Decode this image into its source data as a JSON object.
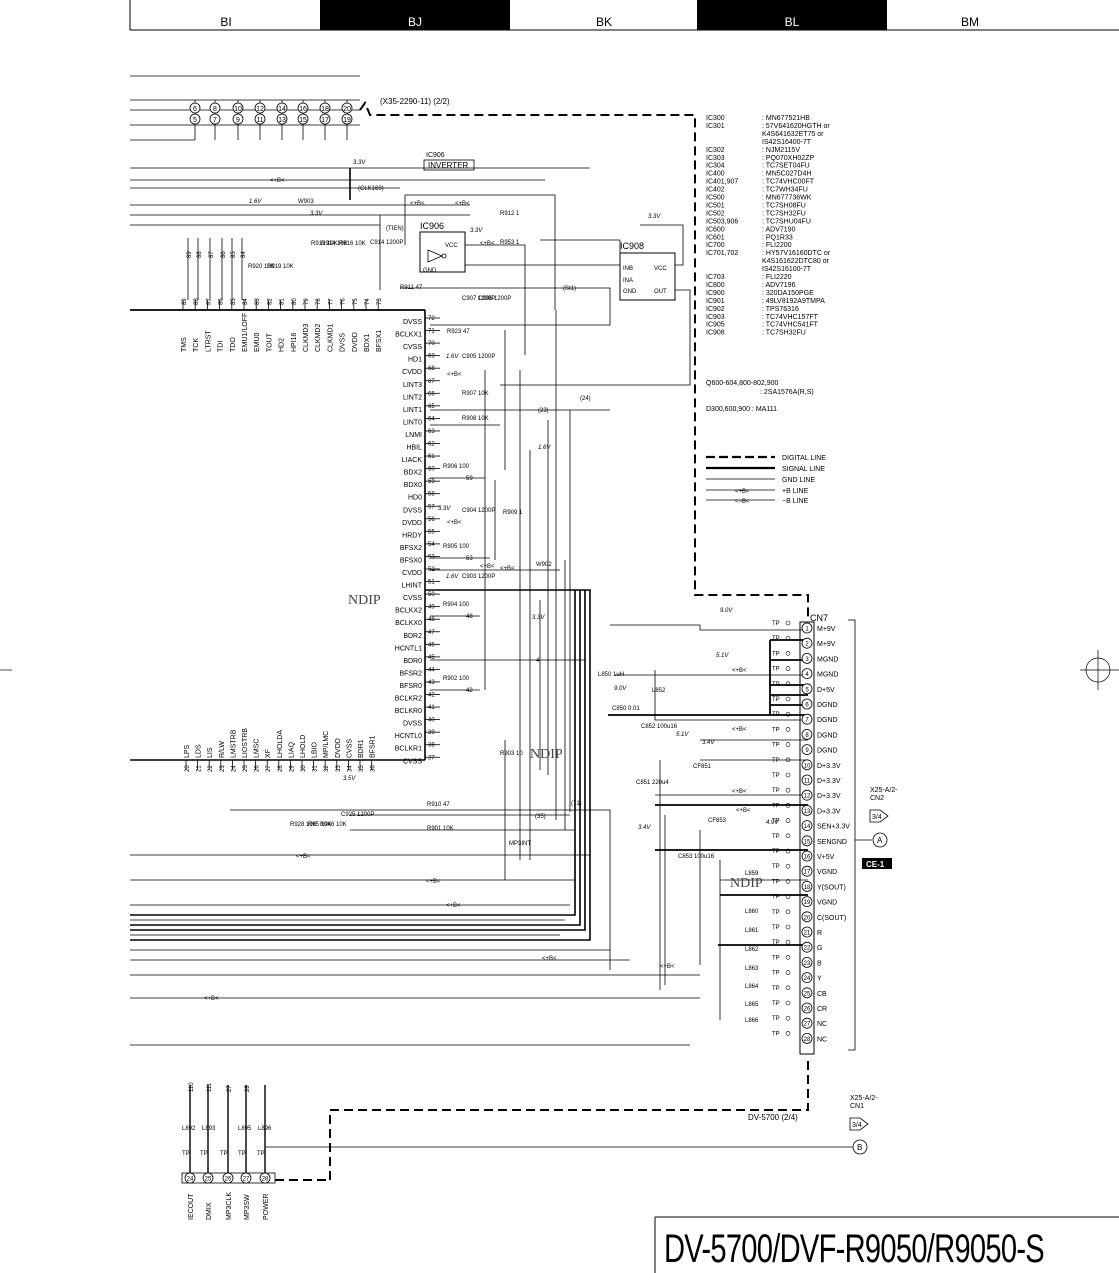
{
  "grid_headers": [
    "BI",
    "BJ",
    "BK",
    "BL",
    "BM"
  ],
  "title": "DV-5700/DVF-R9050/R9050-S",
  "board_ref": "(X35-2290-11) (2/2)",
  "page_ref": "DV-5700 (2/4)",
  "cn7_label": "CN7",
  "ce1_label": "CE-1",
  "inverter_label": "INVERTER",
  "ic906_label": "IC906",
  "ic908_label": "IC908",
  "ndip_label": "NDIP",
  "off_page": [
    {
      "ref": "X25-A/2-\nCN2",
      "page": "3/4",
      "letter": "A"
    },
    {
      "ref": "X25-A/2-\nCN1",
      "page": "3/4",
      "letter": "B"
    }
  ],
  "ic_list": [
    {
      "ic": "IC300",
      "part": ": MN677521HB"
    },
    {
      "ic": "IC301",
      "part": ": 57V641620HGTH or"
    },
    {
      "ic": "",
      "part": "  K4S641632ET75 or"
    },
    {
      "ic": "",
      "part": "  IS42S16400-7T"
    },
    {
      "ic": "IC302",
      "part": ": NJM2115V"
    },
    {
      "ic": "IC303",
      "part": ": PQ070XH02ZP"
    },
    {
      "ic": "IC304",
      "part": ": TC7SET04FU"
    },
    {
      "ic": "IC400",
      "part": ": MN5C027D4H"
    },
    {
      "ic": "IC401,907",
      "part": ": TC74VHC00FT"
    },
    {
      "ic": "IC402",
      "part": ": TC7WH34FU"
    },
    {
      "ic": "IC500",
      "part": ": MN677736WK"
    },
    {
      "ic": "IC501",
      "part": ": TC7SH08FU"
    },
    {
      "ic": "IC502",
      "part": ": TC7SH32FU"
    },
    {
      "ic": "IC503,906",
      "part": ": TC7SHU04FU"
    },
    {
      "ic": "IC600",
      "part": ": ADV7190"
    },
    {
      "ic": "IC601",
      "part": ": PQ1R33"
    },
    {
      "ic": "IC700",
      "part": ": FLI2200"
    },
    {
      "ic": "IC701,702",
      "part": ": HY57V16160DTC or"
    },
    {
      "ic": "",
      "part": "  K4S161622DTC80 or"
    },
    {
      "ic": "",
      "part": "  IS42S16100-7T"
    },
    {
      "ic": "IC703",
      "part": ": FLI2220"
    },
    {
      "ic": "IC800",
      "part": ": ADV7196"
    },
    {
      "ic": "IC900",
      "part": ": 320DA150PGE"
    },
    {
      "ic": "IC901",
      "part": ": 49LV8192A9TMPA"
    },
    {
      "ic": "IC902",
      "part": ": TPS76316"
    },
    {
      "ic": "IC903",
      "part": ": TC74VHC157FT"
    },
    {
      "ic": "IC905",
      "part": ": TC74VHC541FT"
    },
    {
      "ic": "IC908",
      "part": ": TC7SH32FU"
    }
  ],
  "transistors": [
    "Q600-604,800-802,900",
    ": 2SA1576A(R,S)"
  ],
  "diodes": "D300,600,900  : MA111",
  "legend": [
    {
      "style": "digital",
      "label": "DIGITAL LINE"
    },
    {
      "style": "signal",
      "label": "SIGNAL LINE"
    },
    {
      "style": "gnd",
      "label": "GND LINE"
    },
    {
      "style": "plus",
      "label": "+B LINE"
    },
    {
      "style": "minus",
      "label": "−B LINE"
    }
  ],
  "cn7_pins": [
    {
      "n": "1",
      "name": "M+9V"
    },
    {
      "n": "2",
      "name": "M+9V"
    },
    {
      "n": "3",
      "name": "MGND"
    },
    {
      "n": "4",
      "name": "MGND"
    },
    {
      "n": "5",
      "name": "D+5V"
    },
    {
      "n": "6",
      "name": "DGND"
    },
    {
      "n": "7",
      "name": "DGND"
    },
    {
      "n": "8",
      "name": "DGND"
    },
    {
      "n": "9",
      "name": "DGND"
    },
    {
      "n": "10",
      "name": "D+3.3V"
    },
    {
      "n": "11",
      "name": "D+3.3V"
    },
    {
      "n": "12",
      "name": "D+3.3V"
    },
    {
      "n": "13",
      "name": "D+3.3V"
    },
    {
      "n": "14",
      "name": "SEN+3.3V"
    },
    {
      "n": "15",
      "name": "SENGND"
    },
    {
      "n": "16",
      "name": "V+5V"
    },
    {
      "n": "17",
      "name": "VGND"
    },
    {
      "n": "18",
      "name": "Y(SOUT)"
    },
    {
      "n": "19",
      "name": "VGND"
    },
    {
      "n": "20",
      "name": "C(SOUT)"
    },
    {
      "n": "21",
      "name": "R"
    },
    {
      "n": "22",
      "name": "G"
    },
    {
      "n": "23",
      "name": "B"
    },
    {
      "n": "24",
      "name": "Y"
    },
    {
      "n": "25",
      "name": "CB"
    },
    {
      "n": "26",
      "name": "CR"
    },
    {
      "n": "27",
      "name": "NC"
    },
    {
      "n": "28",
      "name": "NC"
    }
  ],
  "left_pins": [
    {
      "n": "72",
      "name": "DVSS"
    },
    {
      "n": "71",
      "name": "BCLKX1"
    },
    {
      "n": "70",
      "name": "CVSS"
    },
    {
      "n": "69",
      "name": "HD1"
    },
    {
      "n": "68",
      "name": "CVDD"
    },
    {
      "n": "67",
      "name": "LINT3"
    },
    {
      "n": "66",
      "name": "LINT2"
    },
    {
      "n": "65",
      "name": "LINT1"
    },
    {
      "n": "64",
      "name": "LINT0"
    },
    {
      "n": "63",
      "name": "LNMI"
    },
    {
      "n": "62",
      "name": "HBIL"
    },
    {
      "n": "61",
      "name": "LIACK"
    },
    {
      "n": "60",
      "name": "BDX2"
    },
    {
      "n": "59",
      "name": "BDX0"
    },
    {
      "n": "58",
      "name": "HD0"
    },
    {
      "n": "57",
      "name": "DVSS"
    },
    {
      "n": "56",
      "name": "DVDD"
    },
    {
      "n": "55",
      "name": "HRDY"
    },
    {
      "n": "54",
      "name": "BFSX2"
    },
    {
      "n": "53",
      "name": "BFSX0"
    },
    {
      "n": "52",
      "name": "CVDD"
    },
    {
      "n": "51",
      "name": "LHINT"
    },
    {
      "n": "50",
      "name": "CVSS"
    },
    {
      "n": "49",
      "name": "BCLKX2"
    },
    {
      "n": "48",
      "name": "BCLKX0"
    },
    {
      "n": "47",
      "name": "BDR2"
    },
    {
      "n": "46",
      "name": "HCNTL1"
    },
    {
      "n": "45",
      "name": "BDR0"
    },
    {
      "n": "44",
      "name": "BFSR2"
    },
    {
      "n": "43",
      "name": "BFSR0"
    },
    {
      "n": "42",
      "name": "BCLKR2"
    },
    {
      "n": "41",
      "name": "BCLKR0"
    },
    {
      "n": "40",
      "name": "DVSS"
    },
    {
      "n": "39",
      "name": "HCNTL0"
    },
    {
      "n": "38",
      "name": "BCLKR1"
    },
    {
      "n": "37",
      "name": "CVSS"
    }
  ],
  "top_pins": [
    {
      "n": "89",
      "name": "TMS"
    },
    {
      "n": "88",
      "name": "TCK"
    },
    {
      "n": "87",
      "name": "LTRST"
    },
    {
      "n": "86",
      "name": "TDI"
    },
    {
      "n": "85",
      "name": "TDO"
    },
    {
      "n": "84",
      "name": "EMU1/LOFF"
    },
    {
      "n": "83",
      "name": "EMU0"
    },
    {
      "n": "82",
      "name": "TOUT"
    },
    {
      "n": "81",
      "name": "HD2"
    },
    {
      "n": "80",
      "name": "HPI16"
    },
    {
      "n": "79",
      "name": "CLKMD3"
    },
    {
      "n": "78",
      "name": "CLKMD2"
    },
    {
      "n": "77",
      "name": "CLKMD1"
    },
    {
      "n": "76",
      "name": "DVSS"
    },
    {
      "n": "75",
      "name": "DVDD"
    },
    {
      "n": "74",
      "name": "BDX1"
    },
    {
      "n": "73",
      "name": "BFSX1"
    }
  ],
  "bottom_pins": [
    {
      "n": "20",
      "name": "LPS"
    },
    {
      "n": "21",
      "name": "LDS"
    },
    {
      "n": "22",
      "name": "LIS"
    },
    {
      "n": "23",
      "name": "R/LW"
    },
    {
      "n": "24",
      "name": "LMSTRB"
    },
    {
      "n": "25",
      "name": "LIOSTRB"
    },
    {
      "n": "26",
      "name": "LMSC"
    },
    {
      "n": "27",
      "name": "XF"
    },
    {
      "n": "28",
      "name": "LHOLDA"
    },
    {
      "n": "29",
      "name": "LIAQ"
    },
    {
      "n": "30",
      "name": "LHOLD"
    },
    {
      "n": "31",
      "name": "LBIO"
    },
    {
      "n": "32",
      "name": "MP/LMC"
    },
    {
      "n": "33",
      "name": "DVDD"
    },
    {
      "n": "34",
      "name": "CVSS"
    },
    {
      "n": "35",
      "name": "BDR1"
    },
    {
      "n": "36",
      "name": "BFSR1"
    }
  ],
  "bus_labels": [
    {
      "top": "6",
      "bot": "5"
    },
    {
      "top": "8",
      "bot": "7"
    },
    {
      "top": "10",
      "bot": "9"
    },
    {
      "top": "12",
      "bot": "11"
    },
    {
      "top": "14",
      "bot": "13"
    },
    {
      "top": "16",
      "bot": "15"
    },
    {
      "top": "18",
      "bot": "17"
    },
    {
      "top": "20",
      "bot": "19"
    }
  ],
  "bottom_conn": [
    {
      "n": "24",
      "name": "IECOUT",
      "bus": "110"
    },
    {
      "n": "25",
      "name": "DMIX",
      "bus": "111"
    },
    {
      "n": "26",
      "name": "MP3CLK",
      "bus": "27"
    },
    {
      "n": "27",
      "name": "MP3SW",
      "bus": "28"
    },
    {
      "n": "28",
      "name": "POWER",
      "bus": ""
    }
  ],
  "component_labels": [
    "R911 47",
    "R923 47",
    "R907 10K",
    "R908 10K",
    "R906 100",
    "R909 1",
    "R905 100",
    "R904 100",
    "R902 100",
    "R910 47",
    "R901 10K",
    "R912 1",
    "R953 1",
    "W903",
    "W902",
    "C905 1200P",
    "C904 1200P",
    "C903 1200P",
    "C907 1200P",
    "C906 1200P",
    "C925 1200P",
    "C914 1200P",
    "C850 0.01",
    "C852 100u16",
    "C851 220u4",
    "C853 100u16",
    "L850 1uH",
    "L852",
    "CF851",
    "CF853",
    "R913 10K",
    "R914 10K",
    "R916 10K",
    "R920 10K",
    "R919 10K",
    "R928 10K",
    "R95 10K",
    "R946 10K",
    "R903 10",
    "L892",
    "L893",
    "L895",
    "L896",
    "L859",
    "L860",
    "L861",
    "L862",
    "L863",
    "L864",
    "L865",
    "L866"
  ],
  "voltage_labels": [
    "3.3V",
    "1.6V",
    "3.3V",
    "3.3V",
    "3.3V",
    "1.6V",
    "1.6V",
    "3.3V",
    "1.6V",
    "3.3V",
    "3.5V",
    "9.0V",
    "5.1V",
    "9.0V",
    "5.1V",
    "3.4V",
    "3.4V",
    "4.9V"
  ],
  "net_labels": [
    "(CLK169)",
    "(SI1)",
    "(23)",
    "(24)",
    "(35)",
    "(71)",
    "59",
    "53",
    "48",
    "42",
    "4",
    "(TIEN)",
    "MP3INT"
  ]
}
